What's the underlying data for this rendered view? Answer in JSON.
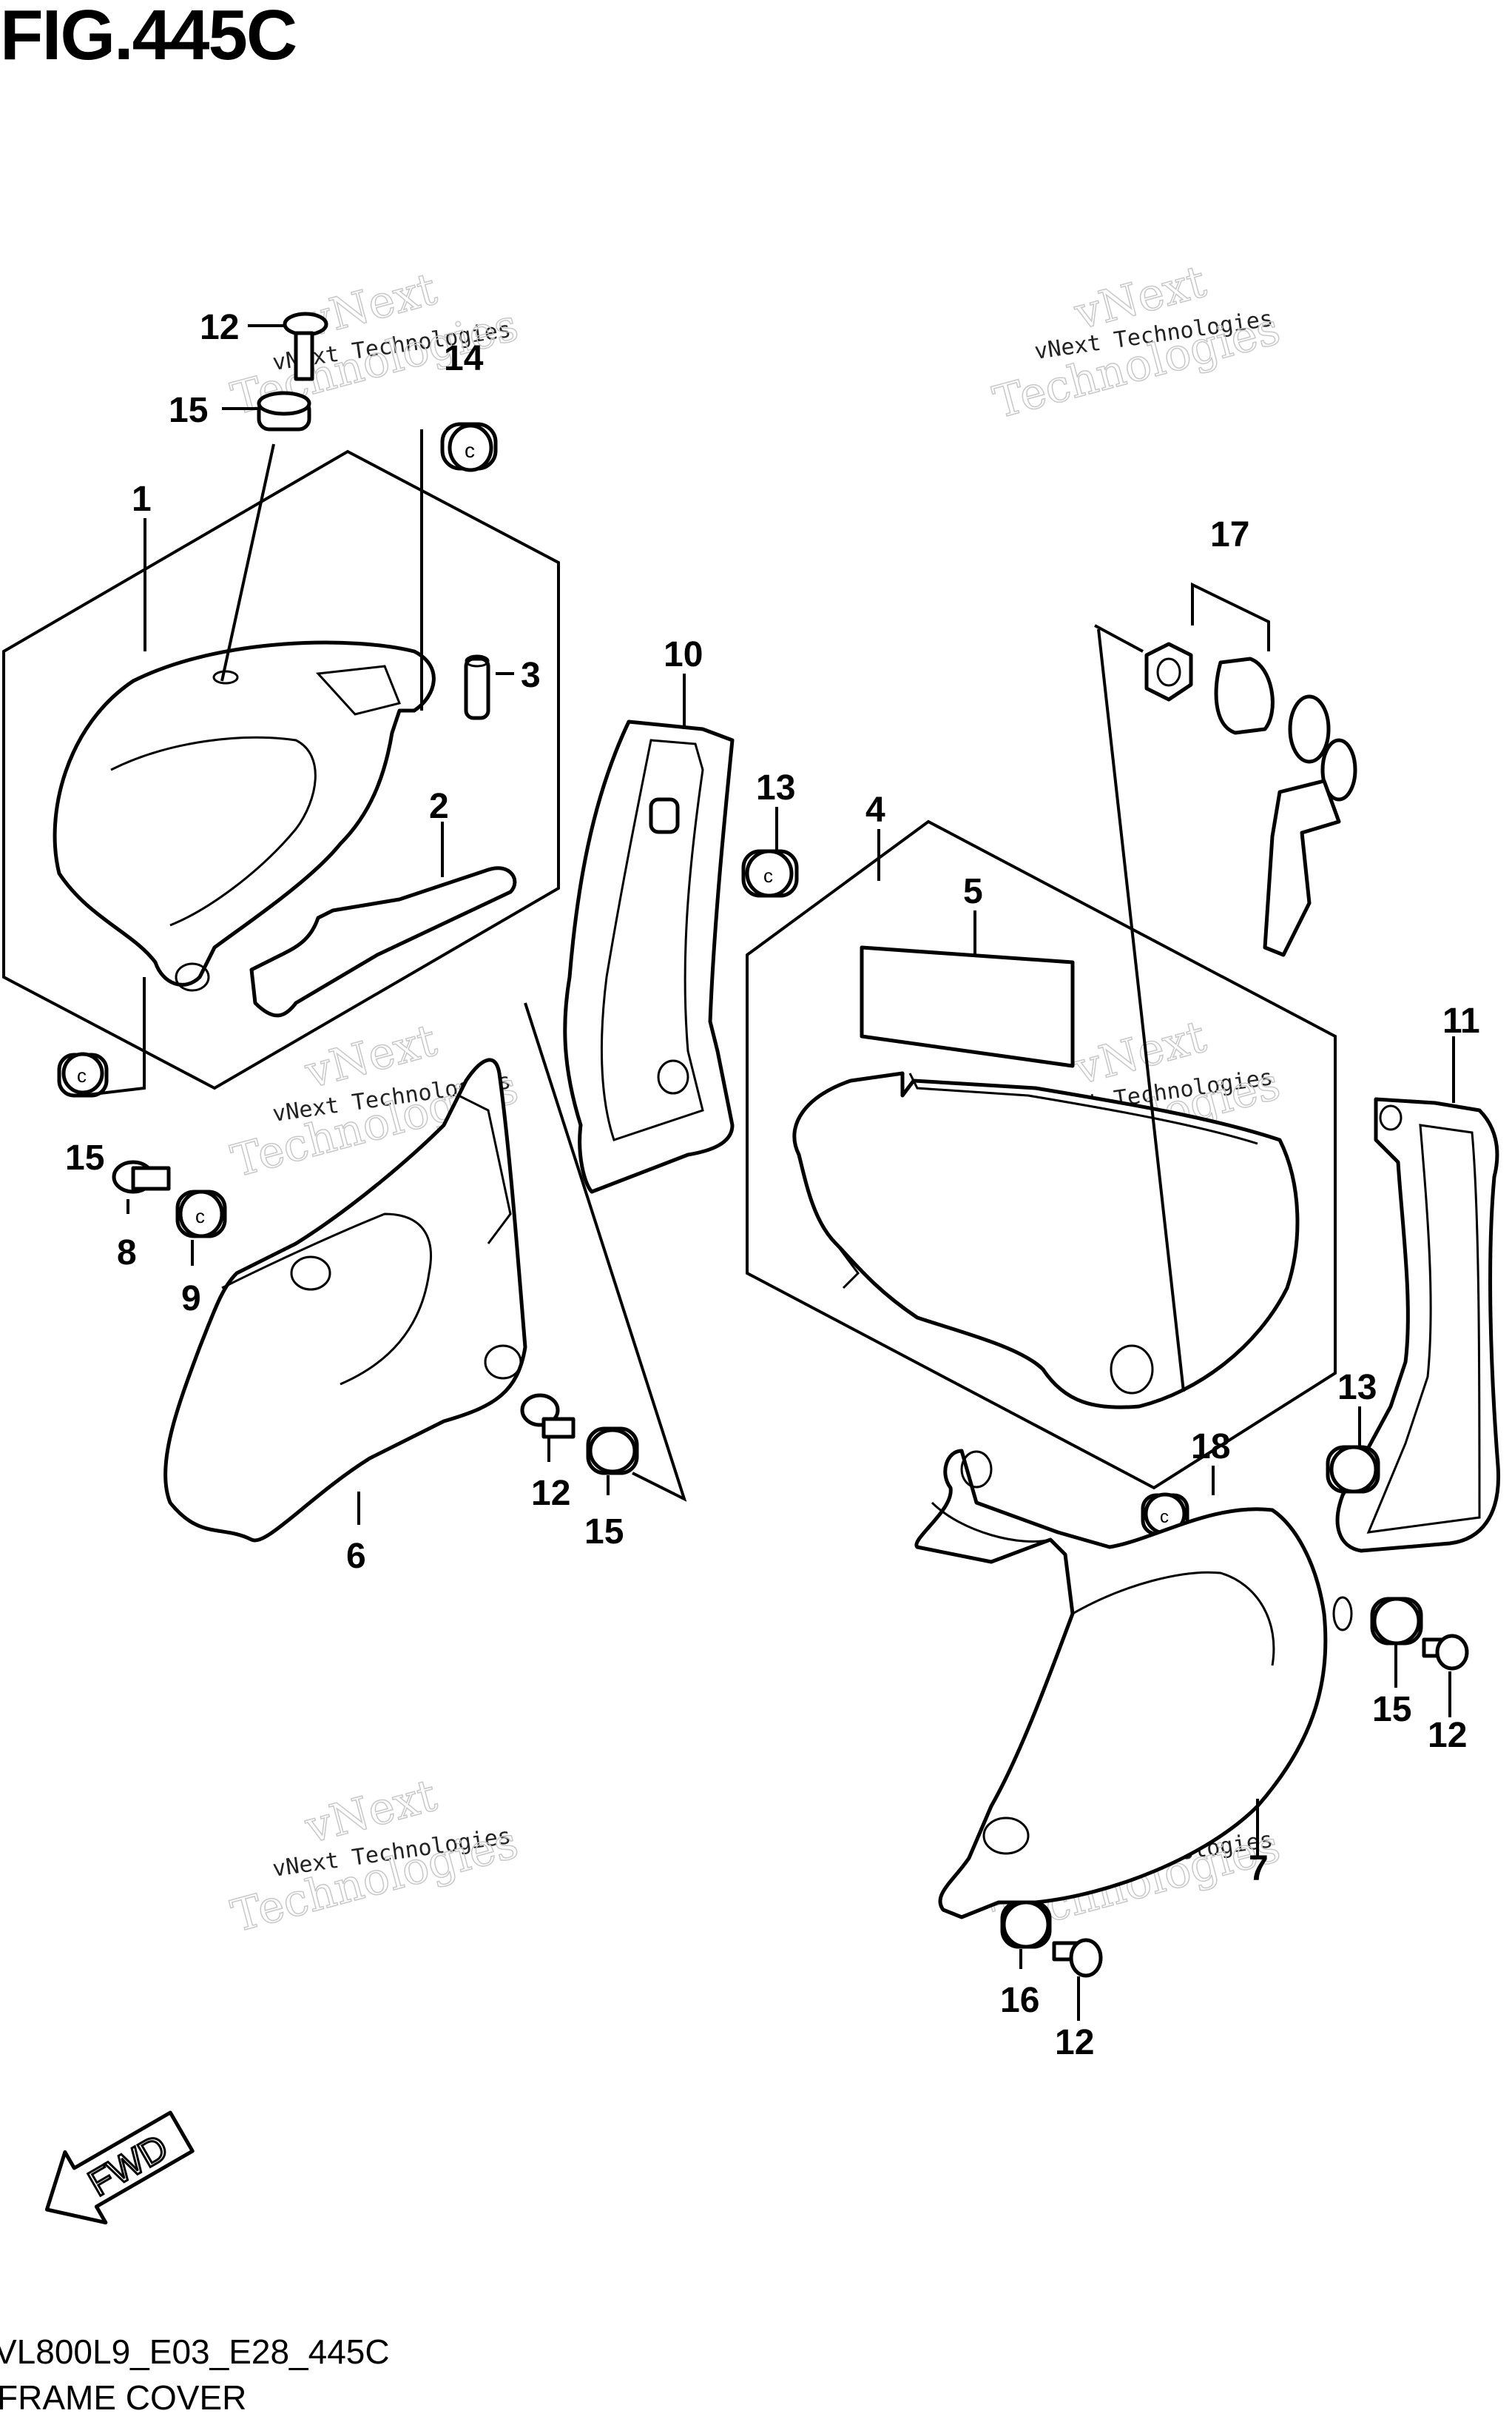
{
  "figure": {
    "title": "FIG.445C",
    "code": "VL800L9_E03_E28_445C",
    "name": "FRAME COVER"
  },
  "callouts": [
    {
      "id": "c12a",
      "text": "12"
    },
    {
      "id": "c14",
      "text": "14"
    },
    {
      "id": "c15a",
      "text": "15"
    },
    {
      "id": "c1",
      "text": "1"
    },
    {
      "id": "c3",
      "text": "3"
    },
    {
      "id": "c2",
      "text": "2"
    },
    {
      "id": "c15b",
      "text": "15"
    },
    {
      "id": "c8",
      "text": "8"
    },
    {
      "id": "c9",
      "text": "9"
    },
    {
      "id": "c6",
      "text": "6"
    },
    {
      "id": "c12b",
      "text": "12"
    },
    {
      "id": "c15c",
      "text": "15"
    },
    {
      "id": "c10",
      "text": "10"
    },
    {
      "id": "c13a",
      "text": "13"
    },
    {
      "id": "c4",
      "text": "4"
    },
    {
      "id": "c5",
      "text": "5"
    },
    {
      "id": "c17",
      "text": "17"
    },
    {
      "id": "c11",
      "text": "11"
    },
    {
      "id": "c13b",
      "text": "13"
    },
    {
      "id": "c18",
      "text": "18"
    },
    {
      "id": "c15d",
      "text": "15"
    },
    {
      "id": "c12c",
      "text": "12"
    },
    {
      "id": "c7",
      "text": "7"
    },
    {
      "id": "c16",
      "text": "16"
    },
    {
      "id": "c12d",
      "text": "12"
    }
  ],
  "watermark": {
    "line1": "vNext",
    "line2": "Technologies",
    "small": "vNext Technologies"
  },
  "fwd_label": "FWD"
}
